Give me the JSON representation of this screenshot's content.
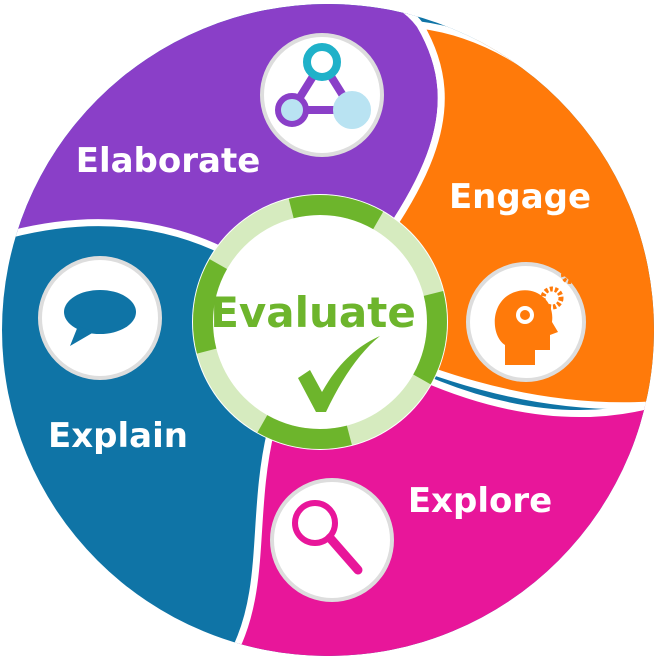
{
  "title": "5E Model",
  "center": {
    "label": "Evaluate",
    "icon": "checkmark-icon"
  },
  "segments": [
    {
      "label": "Elaborate",
      "color": "#8a3fc8",
      "icon": "network-icon"
    },
    {
      "label": "Engage",
      "color": "#ff7a0a",
      "icon": "head-gears-icon"
    },
    {
      "label": "Explore",
      "color": "#e8169a",
      "icon": "magnifier-icon"
    },
    {
      "label": "Explain",
      "color": "#0f74a6",
      "icon": "speech-bubble-icon"
    }
  ],
  "colors": {
    "evaluate_green": "#6db52c",
    "ring_light": "#d6ebbf"
  }
}
